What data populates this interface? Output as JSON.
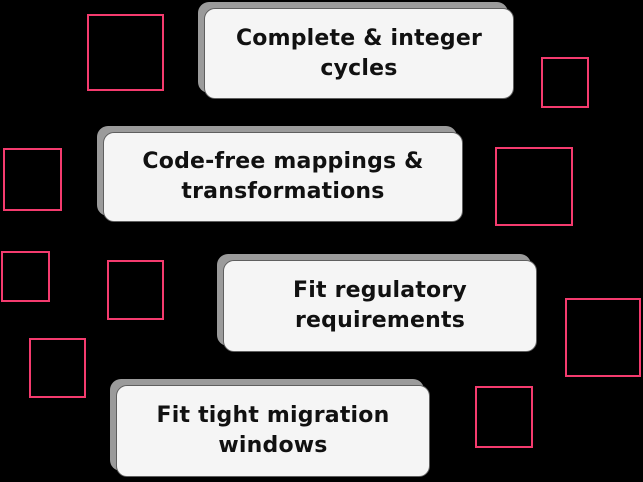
{
  "canvas": {
    "background": "#000000"
  },
  "cards": [
    {
      "label": "Complete & integer cycles",
      "line1": "Complete & integer",
      "line2": "cycles"
    },
    {
      "label": "Code-free mappings & transformations",
      "line1": "Code-free mappings &",
      "line2": "transformations"
    },
    {
      "label": "Fit regulatory requirements",
      "line1": "Fit regulatory",
      "line2": "requirements"
    },
    {
      "label": "Fit tight migration windows",
      "line1": "Fit tight migration",
      "line2": "windows"
    }
  ],
  "colors": {
    "background": "#000000",
    "card_fill": "#f5f5f5",
    "card_border": "#5f5f5f",
    "card_shadow": "#9b9b9b",
    "square_pink": "#f43b6e",
    "text": "#111111"
  }
}
